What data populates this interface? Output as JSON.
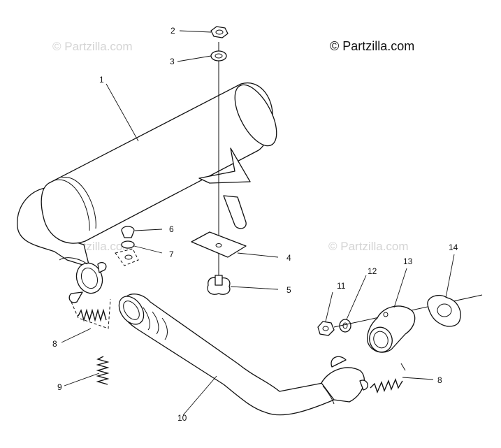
{
  "watermark": {
    "primary": "© Partzilla.com",
    "faint": "© Partzilla.com"
  },
  "callouts": {
    "c1": "1",
    "c2": "2",
    "c3": "3",
    "c4": "4",
    "c5": "5",
    "c6": "6",
    "c7": "7",
    "c8a": "8",
    "c8b": "8",
    "c9": "9",
    "c10": "10",
    "c11": "11",
    "c12": "12",
    "c13": "13",
    "c14": "14"
  }
}
